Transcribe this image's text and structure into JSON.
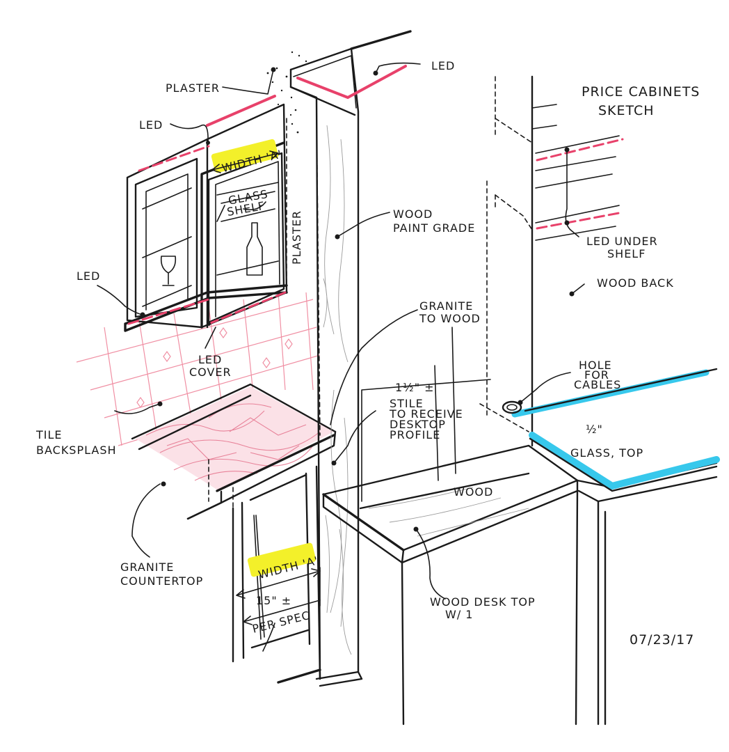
{
  "labels": {
    "plaster_top": "PLASTER",
    "led_top_right": "LED",
    "led_upper_left": "LED",
    "width_a_upper": "WIDTH 'A'",
    "glass_shelf_1": "GLASS",
    "glass_shelf_2": "SHELF",
    "plaster_vertical": "PLASTER",
    "wood_paint_grade_1": "WOOD",
    "wood_paint_grade_2": "PAINT GRADE",
    "led_left": "LED",
    "granite_to_wood_1": "GRANITE",
    "granite_to_wood_2": "TO WOOD",
    "led_cover_1": "LED",
    "led_cover_2": "COVER",
    "tile_backsplash_1": "TILE",
    "tile_backsplash_2": "BACKSPLASH",
    "stile_1": "1½\" ±",
    "stile_2": "STILE",
    "stile_3": "TO RECEIVE",
    "stile_4": "DESKTOP",
    "stile_5": "PROFILE",
    "granite_countertop_1": "GRANITE",
    "granite_countertop_2": "COUNTERTOP",
    "width_a_lower": "WIDTH 'A'",
    "dim_15": "15\" ±",
    "per_spec": "PER SPEC",
    "wood_center": "WOOD",
    "wood_desk_top_1": "WOOD DESK TOP",
    "wood_desk_top_2": "W/ 1",
    "title_1": "PRICE CABINETS",
    "title_2": "SKETCH",
    "led_under_shelf_1": "LED UNDER",
    "led_under_shelf_2": "SHELF",
    "wood_back": "WOOD BACK",
    "hole_for_cables_1": "HOLE",
    "hole_for_cables_2": "FOR",
    "hole_for_cables_3": "CABLES",
    "glass_top_thickness": "½\"",
    "glass_top": "GLASS, TOP",
    "date": "07/23/17"
  },
  "colors": {
    "ink": "#1a1a1a",
    "led": "#e8416a",
    "tile": "#f08fa3",
    "highlight": "#f3f02a",
    "glass": "#37c8ec"
  }
}
